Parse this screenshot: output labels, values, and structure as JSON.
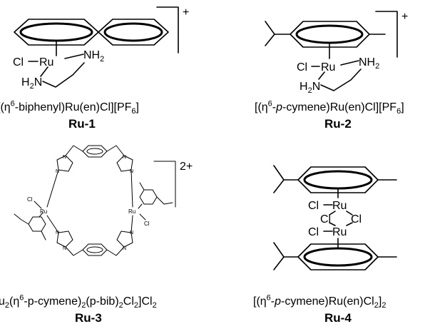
{
  "figure": {
    "compounds": [
      {
        "id": "ru1",
        "label": "Ru-1",
        "formula_parts": {
          "a": "[(η",
          "b": "6",
          "c": "-biphenyl)Ru(en)Cl][PF",
          "d": "6",
          "e": "]"
        },
        "charge": "+",
        "atoms": {
          "cl": "Cl",
          "ru": "Ru",
          "nh2_right": "NH",
          "nh2_right_sub": "2",
          "h2n_left": "H",
          "h2n_left_sub": "2",
          "h2n_left_n": "N"
        }
      },
      {
        "id": "ru2",
        "label": "Ru-2",
        "formula_parts": {
          "a": "[(η",
          "b": "6",
          "c": "-",
          "d": "p",
          "e": "-cymene)Ru(en)Cl][PF",
          "f": "6",
          "g": "]"
        },
        "charge": "+",
        "atoms": {
          "cl": "Cl",
          "ru": "Ru",
          "nh2_right": "NH",
          "nh2_right_sub": "2",
          "h2n_left": "H",
          "h2n_left_sub": "2",
          "h2n_left_n": "N"
        }
      },
      {
        "id": "ru3",
        "label": "Ru-3",
        "formula_parts": {
          "a": "u",
          "b": "2",
          "c": "(η",
          "d": "6",
          "e": "-p-cymene)",
          "f": "2",
          "g": "(p-bib)",
          "h": "2",
          "i": "Cl",
          "j": "2",
          "k": "]Cl",
          "l": "2"
        },
        "charge": "2+",
        "atoms": {
          "ru": "Ru",
          "cl": "Cl",
          "n": "N"
        }
      },
      {
        "id": "ru4",
        "label": "Ru-4",
        "formula_parts": {
          "a": "[(η",
          "b": "6",
          "c": "-",
          "d": "p",
          "e": "-cymene)Ru(en)Cl",
          "f": "2",
          "g": "]",
          "h": "2"
        },
        "atoms": {
          "cl": "Cl",
          "ru": "Ru"
        }
      }
    ]
  }
}
